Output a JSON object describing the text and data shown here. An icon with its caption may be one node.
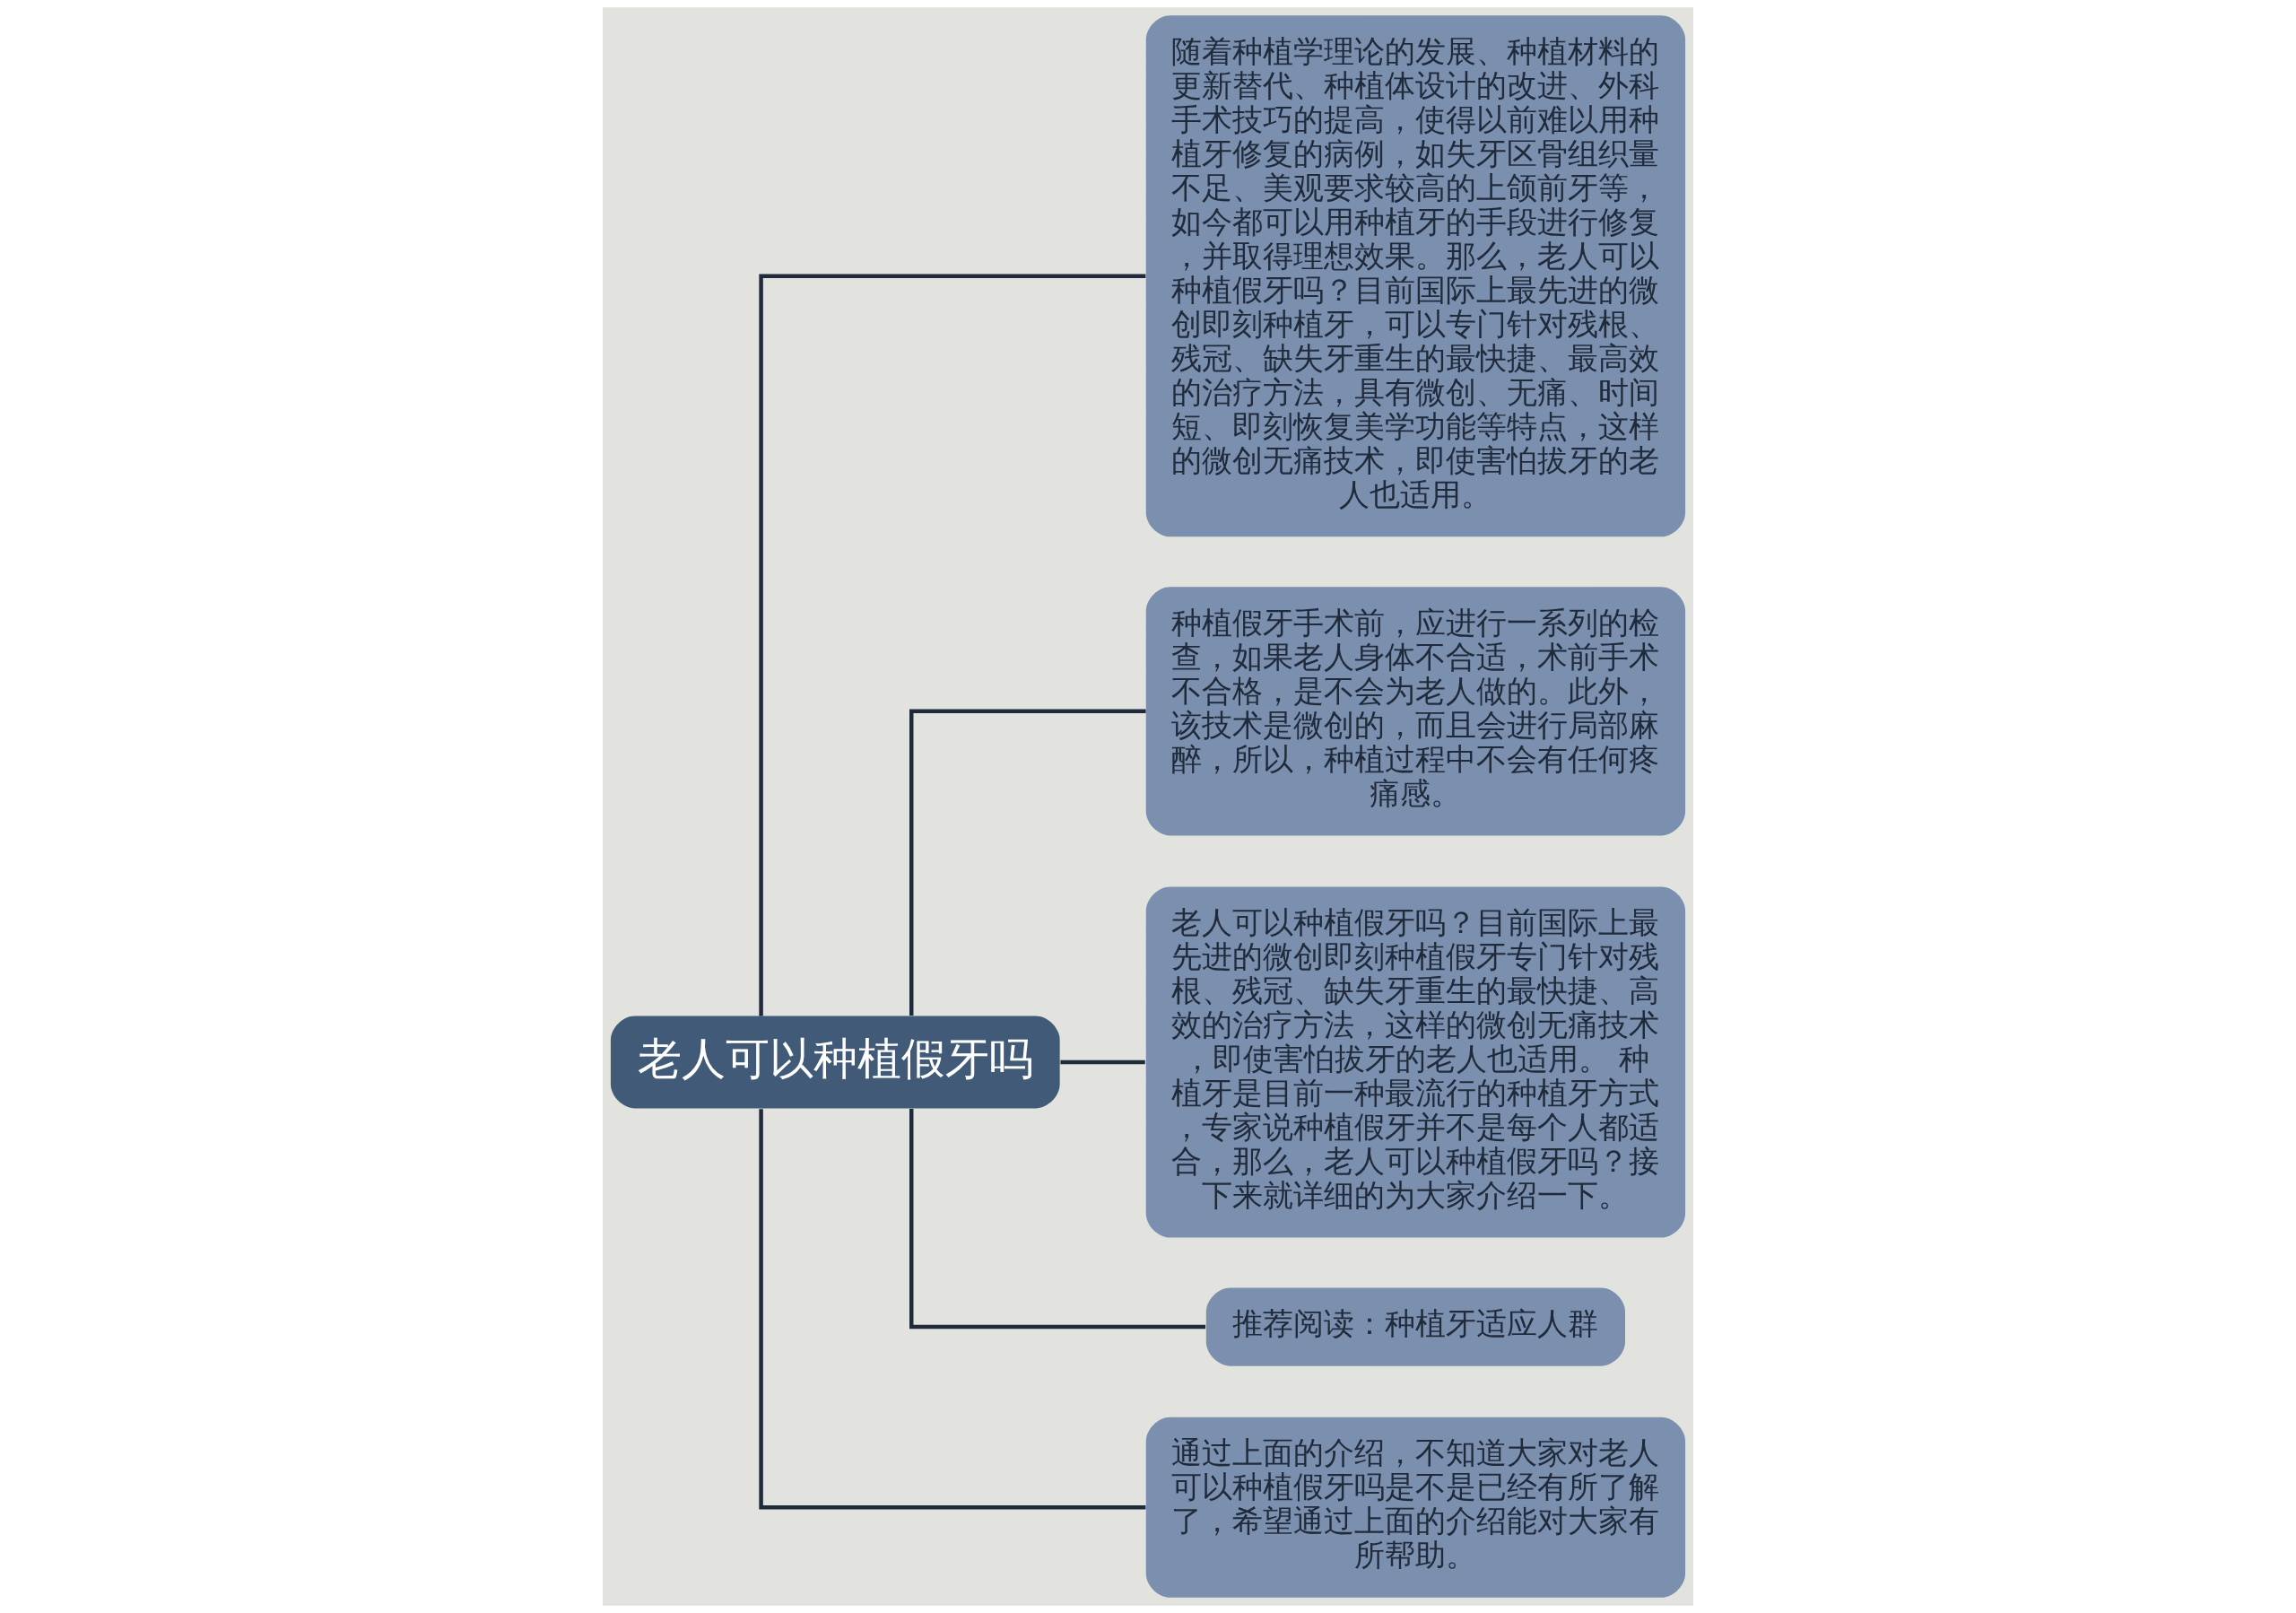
{
  "diagram": {
    "nodes": [
      {
        "text": [
          "老人可以种植假牙吗"
        ]
      },
      {
        "text": [
          "随着种植学理论的发展、种植材料的更新替代、种植体设计的改进、外科手术技巧的提高，使得以前难以用种植牙修复的病例，如失牙区骨组织量不足、美观要求较高的上颌前牙等，如今都可以用种植牙的手段进行修复，并取得理想效果。那么，老人可以种植假牙吗？目前国际上最先进的微创即刻种植牙，可以专门针对残根、残冠、缺失牙重生的最快捷、最高效的治疗方法，具有微创、无痛、时间短、即刻恢复美学功能等特点，这样的微创无痛技术，即使害怕拔牙的老人也适用。"
        ]
      },
      {
        "text": [
          "种植假牙手术前，应进行一系列的检查，如果老人身体不合适，术前手术不合格，是不会为老人做的。此外，该技术是微创的，而且会进行局部麻醉，所以，种植过程中不会有任何疼痛感。"
        ]
      },
      {
        "text": [
          "老人可以种植假牙吗？目前国际上最先进的微创即刻种植假牙专门针对残根、残冠、缺失牙重生的最快捷、高效的治疗方法，这样的微创无痛技术，即使害怕拔牙的老人也适用。 种植牙是目前一种最流行的种植牙方式，专家说种植假牙并不是每个人都适合，那么，老人可以种植假牙吗？接下来就详细的为大家介绍一下。"
        ]
      },
      {
        "text": [
          "推荐阅读：种植牙适应人群"
        ]
      },
      {
        "text": [
          "通过上面的介绍，不知道大家对老人可以种植假牙吗是不是已经有所了解了，希望通过上面的介绍能对大家有所帮助。"
        ]
      }
    ],
    "edges": [
      {
        "from": 0,
        "to": 1,
        "arrow": "none"
      },
      {
        "from": 0,
        "to": 2,
        "arrow": "none"
      },
      {
        "from": 0,
        "to": 3,
        "arrow": "none"
      },
      {
        "from": 0,
        "to": 4,
        "arrow": "none"
      },
      {
        "from": 0,
        "to": 5,
        "arrow": "none"
      }
    ]
  }
}
